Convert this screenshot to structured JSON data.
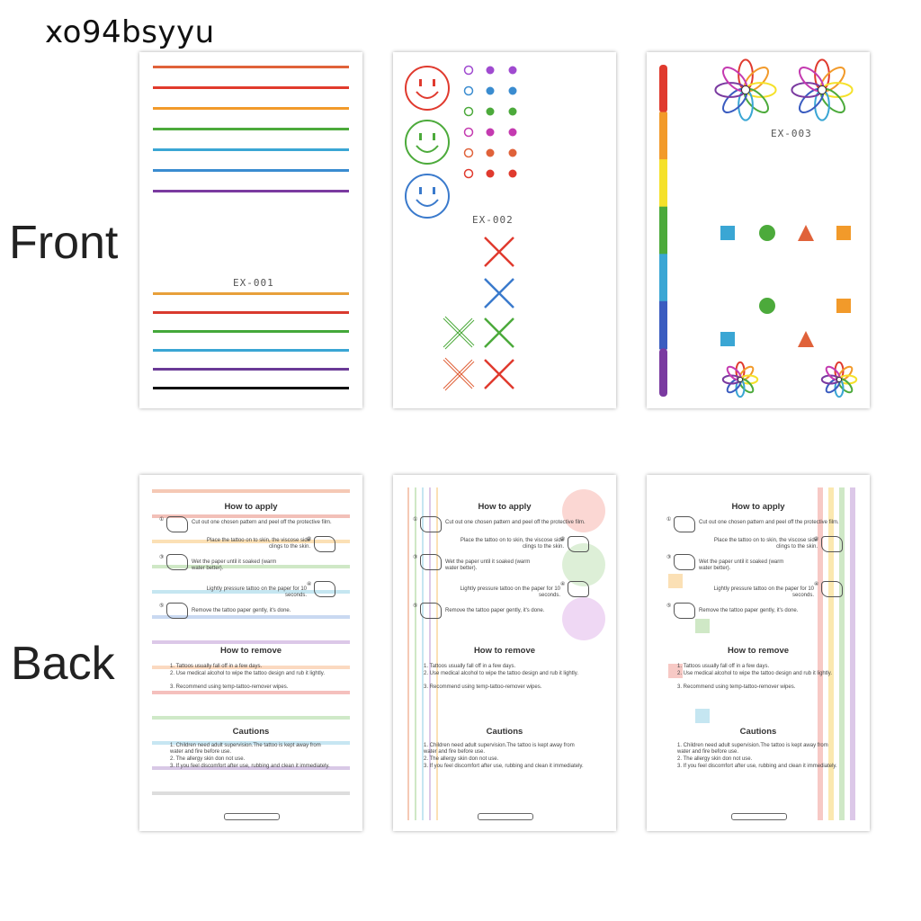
{
  "brand": "xo94bsyyu",
  "labels": {
    "front": "Front",
    "back": "Back"
  },
  "front": {
    "ex1": {
      "code": "EX-001",
      "top_colors": [
        "#e0623a",
        "#e13a2c",
        "#f29a2a",
        "#4caa3b",
        "#3aa6d4",
        "#3a8cd0",
        "#7a3aa0"
      ],
      "bottom_colors": [
        "#e8a03a",
        "#d93a2e",
        "#44a83a",
        "#3aa6d4",
        "#6a3a96",
        "#111111"
      ]
    },
    "ex2": {
      "code": "EX-002",
      "faces": [
        "#e03a2e",
        "#4caa3b",
        "#3a7acc"
      ],
      "dot_colors": [
        "#a04ad0",
        "#3a8cd0",
        "#4caa3b",
        "#c43ab0",
        "#e0623a",
        "#e03a2e"
      ]
    },
    "ex3": {
      "code": "EX-003",
      "stripe": [
        "#e03a2e",
        "#f29a2a",
        "#f5e12a",
        "#4caa3b",
        "#3aa6d4",
        "#3a5cc0",
        "#7a3aa0"
      ]
    }
  },
  "back": {
    "how_to_apply": "How to apply",
    "steps": [
      "Cut out one chosen pattern and peel off the protective film.",
      "Place the tattoo on to skin, the viscose side clings to the skin.",
      "Wet the paper until it soaked (warm water better).",
      "Lightly pressure tattoo on the paper for 10 seconds.",
      "Remove the tattoo paper gently, it's done."
    ],
    "how_to_remove": "How to remove",
    "remove": [
      "1. Tattoos usually fall off in a few days.",
      "2. Use medical alcohol to wipe the tattoo design and rub it lightly.",
      "3. Recommend using temp-tattoo-remover wipes."
    ],
    "cautions": "Cautions",
    "caution_items": [
      "1. Children need adult supervision.The tattoo is kept away from water and fire before use.",
      "2. The allergy skin don not use.",
      "3. If you feel discomfort after use, rubbing and clean it immediately."
    ]
  }
}
